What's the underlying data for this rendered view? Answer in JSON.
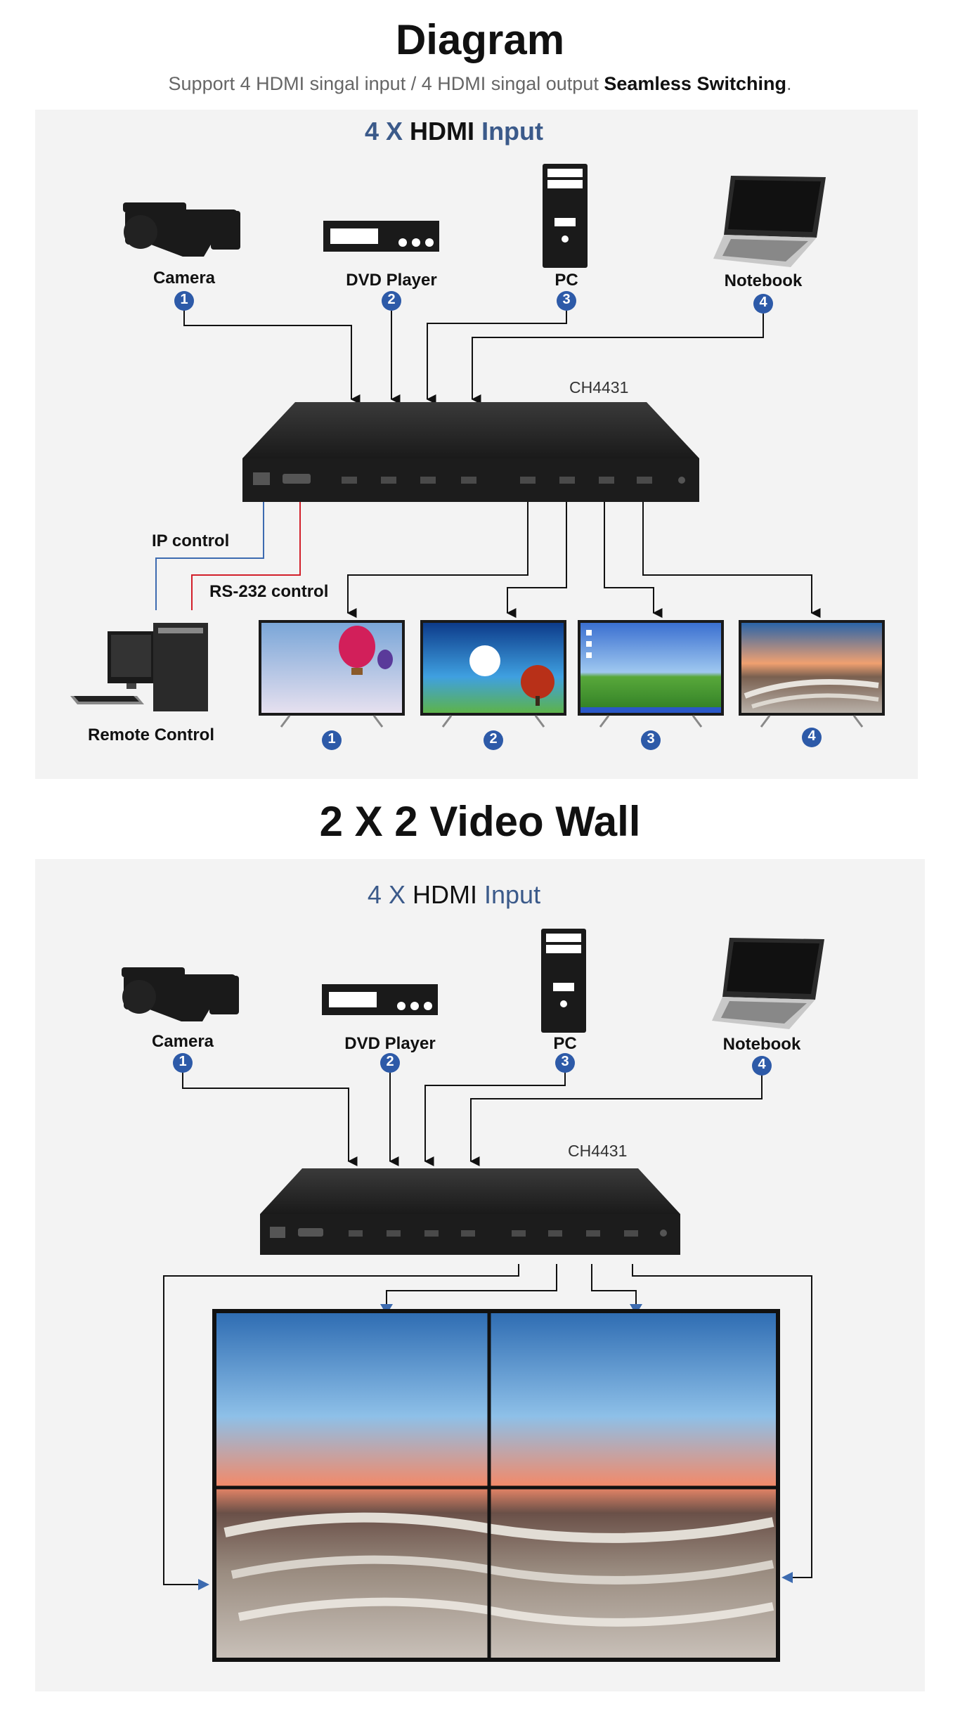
{
  "diagram": {
    "title": "Diagram",
    "subtitle_pre": "Support  4  HDMI singal input / 4 HDMI singal output  ",
    "subtitle_bold": "Seamless Switching",
    "subtitle_post": ".",
    "input_header": {
      "count": "4",
      "x": "X",
      "hdmi": "HDMI",
      "input": "Input"
    },
    "sources": [
      {
        "label": "Camera",
        "num": "1"
      },
      {
        "label": "DVD Player",
        "num": "2"
      },
      {
        "label": "PC",
        "num": "3"
      },
      {
        "label": "Notebook",
        "num": "4"
      }
    ],
    "model": "CH4431",
    "ip_control": "IP control",
    "rs232_control": "RS-232 control",
    "remote_control": "Remote Control",
    "outputs": [
      {
        "num": "1"
      },
      {
        "num": "2"
      },
      {
        "num": "3"
      },
      {
        "num": "4"
      }
    ]
  },
  "videowall": {
    "title": "2 X 2 Video Wall",
    "input_header": {
      "count": "4",
      "x": "X",
      "hdmi": "HDMI",
      "input": "Input"
    },
    "sources": [
      {
        "label": "Camera",
        "num": "1"
      },
      {
        "label": "DVD Player",
        "num": "2"
      },
      {
        "label": "PC",
        "num": "3"
      },
      {
        "label": "Notebook",
        "num": "4"
      }
    ],
    "model": "CH4431"
  },
  "colors": {
    "accent_blue": "#2d5aa8",
    "ip_line": "#3d6bb0",
    "rs232_line": "#d21f2a",
    "panel_bg": "#f3f3f3"
  }
}
